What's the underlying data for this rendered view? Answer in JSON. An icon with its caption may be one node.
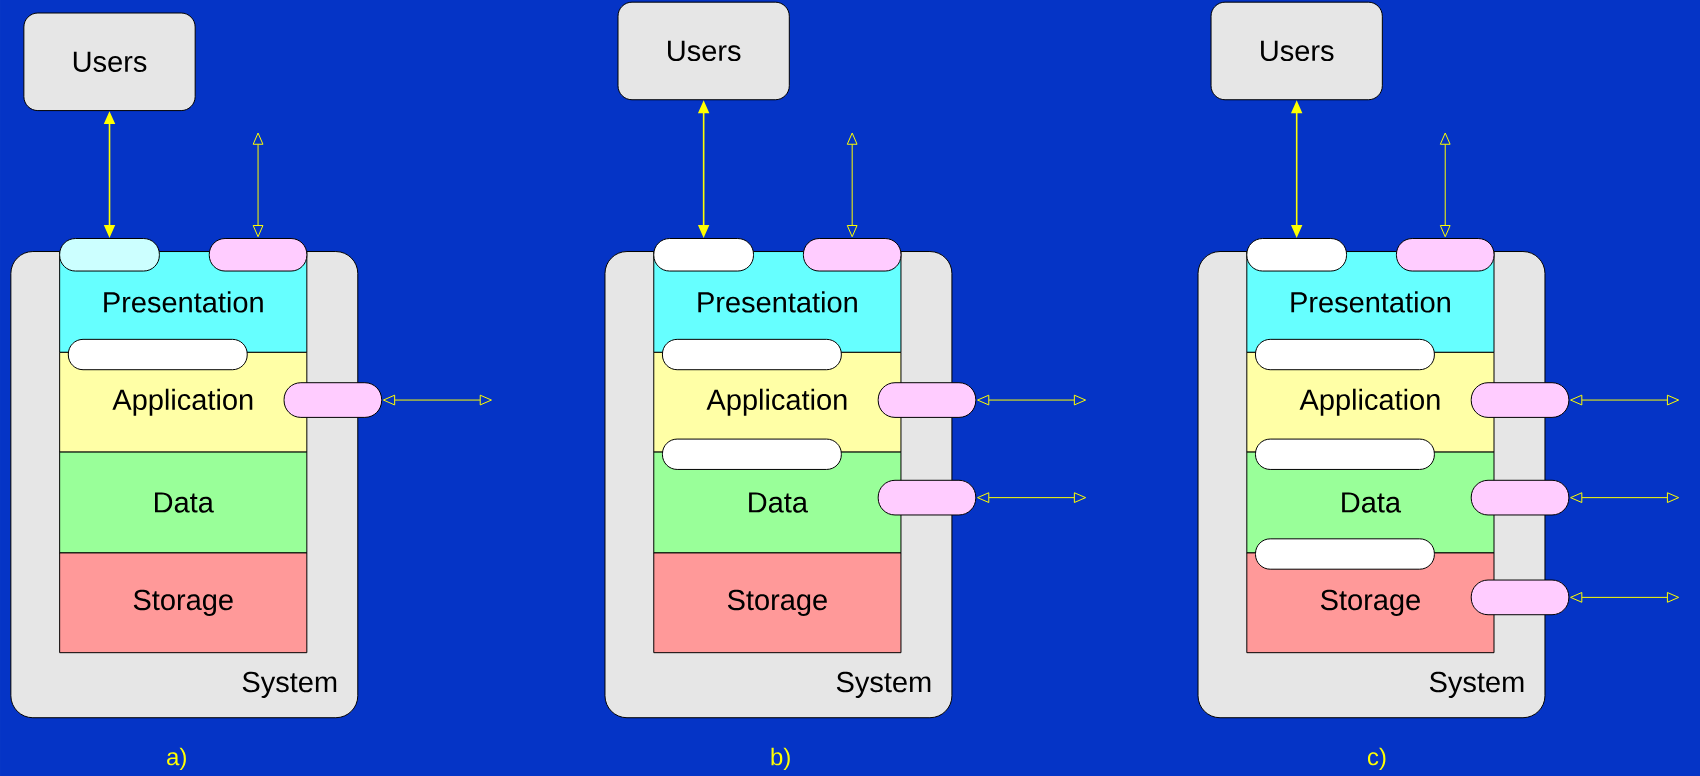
{
  "diagram": {
    "nodes": [
      {
        "text": [
          "Users"
        ]
      },
      {
        "text": [
          "System"
        ]
      },
      {
        "text": [
          "Presentation"
        ],
        "in": 1
      },
      {
        "text": [
          "Application"
        ],
        "in": 1
      },
      {
        "text": [
          "Data"
        ],
        "in": 1
      },
      {
        "text": [
          "Storage"
        ],
        "in": 1
      },
      {
        "text": [],
        "shape": "box"
      },
      {
        "text": [],
        "shape": "box"
      },
      {
        "text": [],
        "shape": "box",
        "in": 1
      },
      {
        "text": [],
        "shape": "box"
      },
      {
        "text": [
          "Users"
        ]
      },
      {
        "text": [
          "System"
        ]
      },
      {
        "text": [
          "Presentation"
        ],
        "in": 11
      },
      {
        "text": [
          "Application"
        ],
        "in": 11
      },
      {
        "text": [
          "Data"
        ],
        "in": 11
      },
      {
        "text": [
          "Storage"
        ],
        "in": 11
      },
      {
        "text": [],
        "shape": "box"
      },
      {
        "text": [],
        "shape": "box"
      },
      {
        "text": [],
        "shape": "box",
        "in": 11
      },
      {
        "text": [],
        "shape": "box",
        "in": 11
      },
      {
        "text": [],
        "shape": "box"
      },
      {
        "text": [],
        "shape": "box"
      },
      {
        "text": [
          "Users"
        ]
      },
      {
        "text": [
          "System"
        ]
      },
      {
        "text": [
          "Presentation"
        ],
        "in": 23
      },
      {
        "text": [
          "Application"
        ],
        "in": 23
      },
      {
        "text": [
          "Data"
        ],
        "in": 23
      },
      {
        "text": [
          "Storage"
        ],
        "in": 23
      },
      {
        "text": [],
        "shape": "box"
      },
      {
        "text": [],
        "shape": "box"
      },
      {
        "text": [],
        "shape": "box",
        "in": 23
      },
      {
        "text": [],
        "shape": "box",
        "in": 23
      },
      {
        "text": [],
        "shape": "box",
        "in": 23
      },
      {
        "text": [],
        "shape": "box"
      },
      {
        "text": [],
        "shape": "box"
      },
      {
        "text": [],
        "shape": "box"
      }
    ],
    "edges": [
      {
        "from": 0,
        "to": 6,
        "arrow": "both"
      },
      {
        "from": 7,
        "to": null,
        "arrow": "both"
      },
      {
        "from": 9,
        "to": null,
        "arrow": "both"
      },
      {
        "from": 10,
        "to": 16,
        "arrow": "both"
      },
      {
        "from": 17,
        "to": null,
        "arrow": "both"
      },
      {
        "from": 20,
        "to": null,
        "arrow": "both"
      },
      {
        "from": 21,
        "to": null,
        "arrow": "both"
      },
      {
        "from": 22,
        "to": 28,
        "arrow": "both"
      },
      {
        "from": 29,
        "to": null,
        "arrow": "both"
      },
      {
        "from": 33,
        "to": null,
        "arrow": "both"
      },
      {
        "from": 34,
        "to": null,
        "arrow": "both"
      },
      {
        "from": 35,
        "to": null,
        "arrow": "both"
      }
    ],
    "labels": [
      "a)",
      "b)",
      "c)"
    ]
  }
}
